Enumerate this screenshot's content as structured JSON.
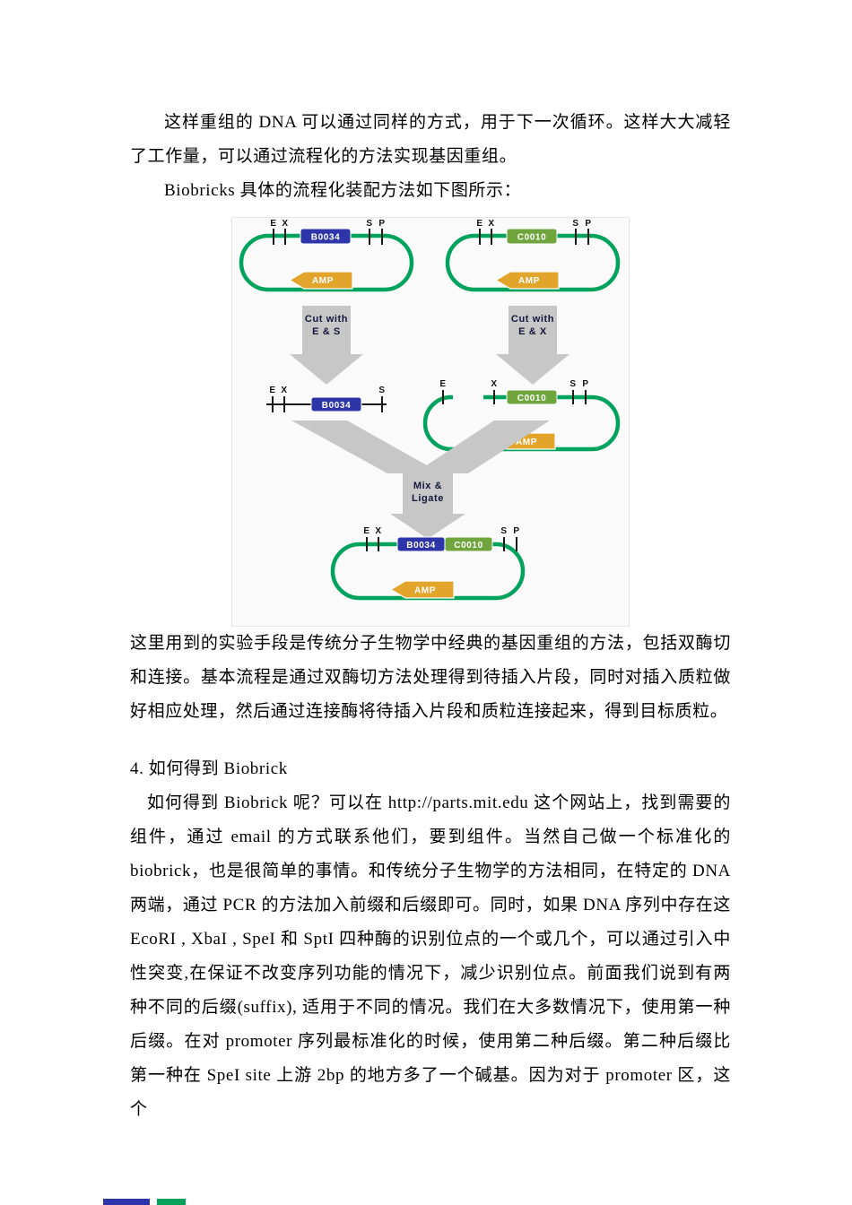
{
  "doc": {
    "p1": "这样重组的 DNA 可以通过同样的方式，用于下一次循环。这样大大减轻了工作量，可以通过流程化的方法实现基因重组。",
    "p2": "Biobricks 具体的流程化装配方法如下图所示：",
    "p3": "这里用到的实验手段是传统分子生物学中经典的基因重组的方法，包括双酶切和连接。基本流程是通过双酶切方法处理得到待插入片段，同时对插入质粒做好相应处理，然后通过连接酶将待插入片段和质粒连接起来，得到目标质粒。",
    "h4": "4. 如何得到 Biobrick",
    "p4": "如何得到 Biobrick 呢？可以在 http://parts.mit.edu 这个网站上，找到需要的组件，通过 email 的方式联系他们，要到组件。当然自己做一个标准化的 biobrick，也是很简单的事情。和传统分子生物学的方法相同，在特定的 DNA 两端，通过 PCR 的方法加入前缀和后缀即可。同时，如果 DNA 序列中存在这 EcoRI , XbaI , SpeI 和 SptI 四种酶的识别位点的一个或几个，可以通过引入中性突变,在保证不改变序列功能的情况下，减少识别位点。前面我们说到有两种不同的后缀(suffix), 适用于不同的情况。我们在大多数情况下，使用第一种后缀。在对 promoter 序列最标准化的时候，使用第二种后缀。第二种后缀比第一种在 SpeI site 上游 2bp 的地方多了一个碱基。因为对于 promoter 区，这个"
  },
  "diagram": {
    "sites": {
      "e": "E",
      "x": "X",
      "s": "S",
      "p": "P"
    },
    "parts": {
      "b0034": "B0034",
      "c0010": "C0010",
      "amp": "AMP"
    },
    "labels": {
      "cut_left_line1": "Cut with",
      "cut_left_line2": "E & S",
      "cut_right_line1": "Cut with",
      "cut_right_line2": "E & X",
      "mix_line1": "Mix &",
      "mix_line2": "Ligate"
    },
    "colors": {
      "plasmid_ring": "#00A35C",
      "part_blue": "#2D35A8",
      "part_green": "#6FA53C",
      "amp_arrow": "#E3A42B",
      "process_arrow": "#C7C7C7"
    }
  }
}
